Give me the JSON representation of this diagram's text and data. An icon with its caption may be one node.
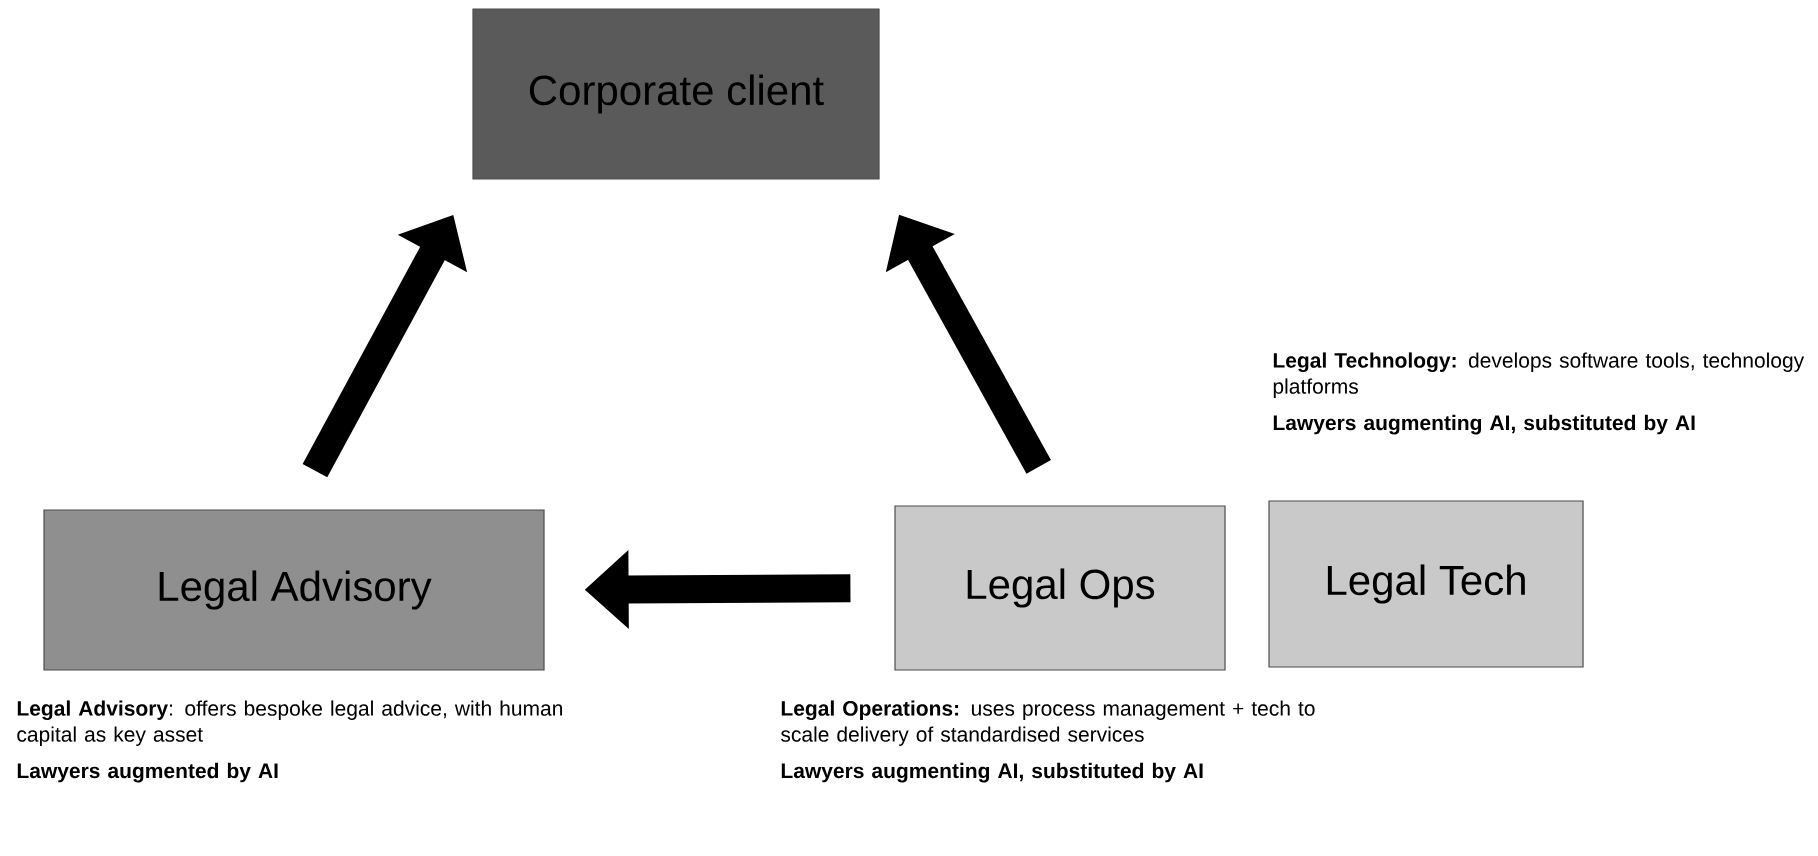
{
  "diagram": {
    "nodes": [
      {
        "text": [
          "Corporate client"
        ]
      },
      {
        "text": [
          "Legal Advisory"
        ],
        "beside": [
          "**Legal Advisory**: offers bespoke legal advice, with human capital as key asset",
          "Lawyers augmented by AI"
        ]
      },
      {
        "text": [
          "Legal Ops"
        ],
        "beside": [
          "**Legal Operations:** uses process management + tech to scale delivery of standardised services",
          "Lawyers augmenting AI, substituted by AI"
        ]
      },
      {
        "text": [
          "Legal Tech"
        ],
        "beside": [
          "**Legal Technology:** develops software tools, technology platforms",
          "Lawyers augmenting AI, substituted by AI"
        ]
      }
    ],
    "edges": [
      {
        "from": 1,
        "to": 0,
        "arrow": "to"
      },
      {
        "from": 2,
        "to": 0,
        "arrow": "to"
      },
      {
        "from": 2,
        "to": 1,
        "arrow": "to"
      }
    ]
  }
}
